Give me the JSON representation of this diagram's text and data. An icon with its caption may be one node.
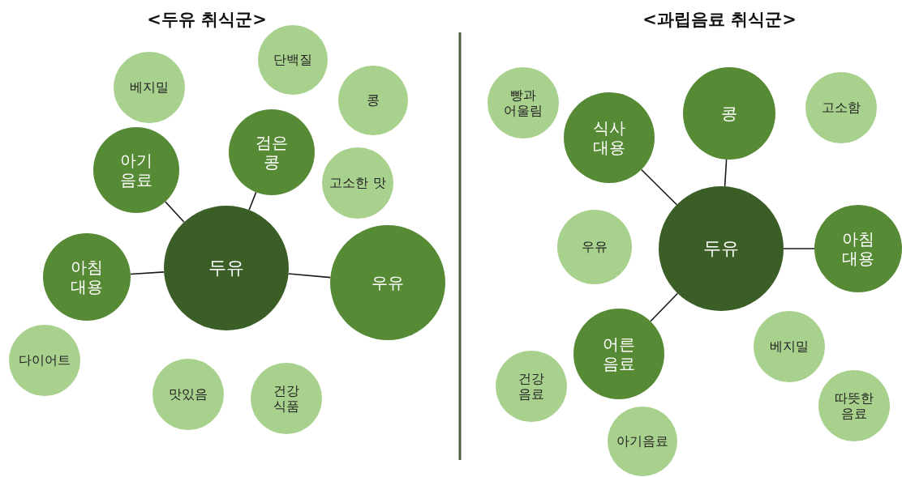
{
  "diagram": {
    "nodes": [
      {
        "text": [
          "두유"
        ]
      },
      {
        "text": [
          "아기 음료"
        ]
      },
      {
        "text": [
          "검은 콩"
        ]
      },
      {
        "text": [
          "아침 대용"
        ]
      },
      {
        "text": [
          "우유"
        ]
      },
      {
        "text": [
          "베지밀"
        ]
      },
      {
        "text": [
          "단백질"
        ]
      },
      {
        "text": [
          "콩"
        ]
      },
      {
        "text": [
          "고소한 맛"
        ]
      },
      {
        "text": [
          "다이어트"
        ]
      },
      {
        "text": [
          "맛있음"
        ]
      },
      {
        "text": [
          "건강 식품"
        ]
      },
      {
        "text": [
          "두유"
        ]
      },
      {
        "text": [
          "식사 대용"
        ]
      },
      {
        "text": [
          "콩"
        ]
      },
      {
        "text": [
          "아침 대용"
        ]
      },
      {
        "text": [
          "어른 음료"
        ]
      },
      {
        "text": [
          "빵과 어울림"
        ]
      },
      {
        "text": [
          "고소함"
        ]
      },
      {
        "text": [
          "우유"
        ]
      },
      {
        "text": [
          "베지밀"
        ]
      },
      {
        "text": [
          "따뜻한 음료"
        ]
      },
      {
        "text": [
          "건강 음료"
        ]
      },
      {
        "text": [
          "아기음료"
        ]
      }
    ],
    "edges": [
      {
        "from": 0,
        "to": 1,
        "arrow": "none"
      },
      {
        "from": 0,
        "to": 2,
        "arrow": "none"
      },
      {
        "from": 0,
        "to": 3,
        "arrow": "none"
      },
      {
        "from": 0,
        "to": 4,
        "arrow": "none"
      },
      {
        "from": 12,
        "to": 13,
        "arrow": "none"
      },
      {
        "from": 12,
        "to": 14,
        "arrow": "none"
      },
      {
        "from": 12,
        "to": 15,
        "arrow": "none"
      },
      {
        "from": 12,
        "to": 16,
        "arrow": "none"
      }
    ],
    "labels": [
      "<두유 취식군>",
      "<과립음료 취식군>"
    ]
  }
}
